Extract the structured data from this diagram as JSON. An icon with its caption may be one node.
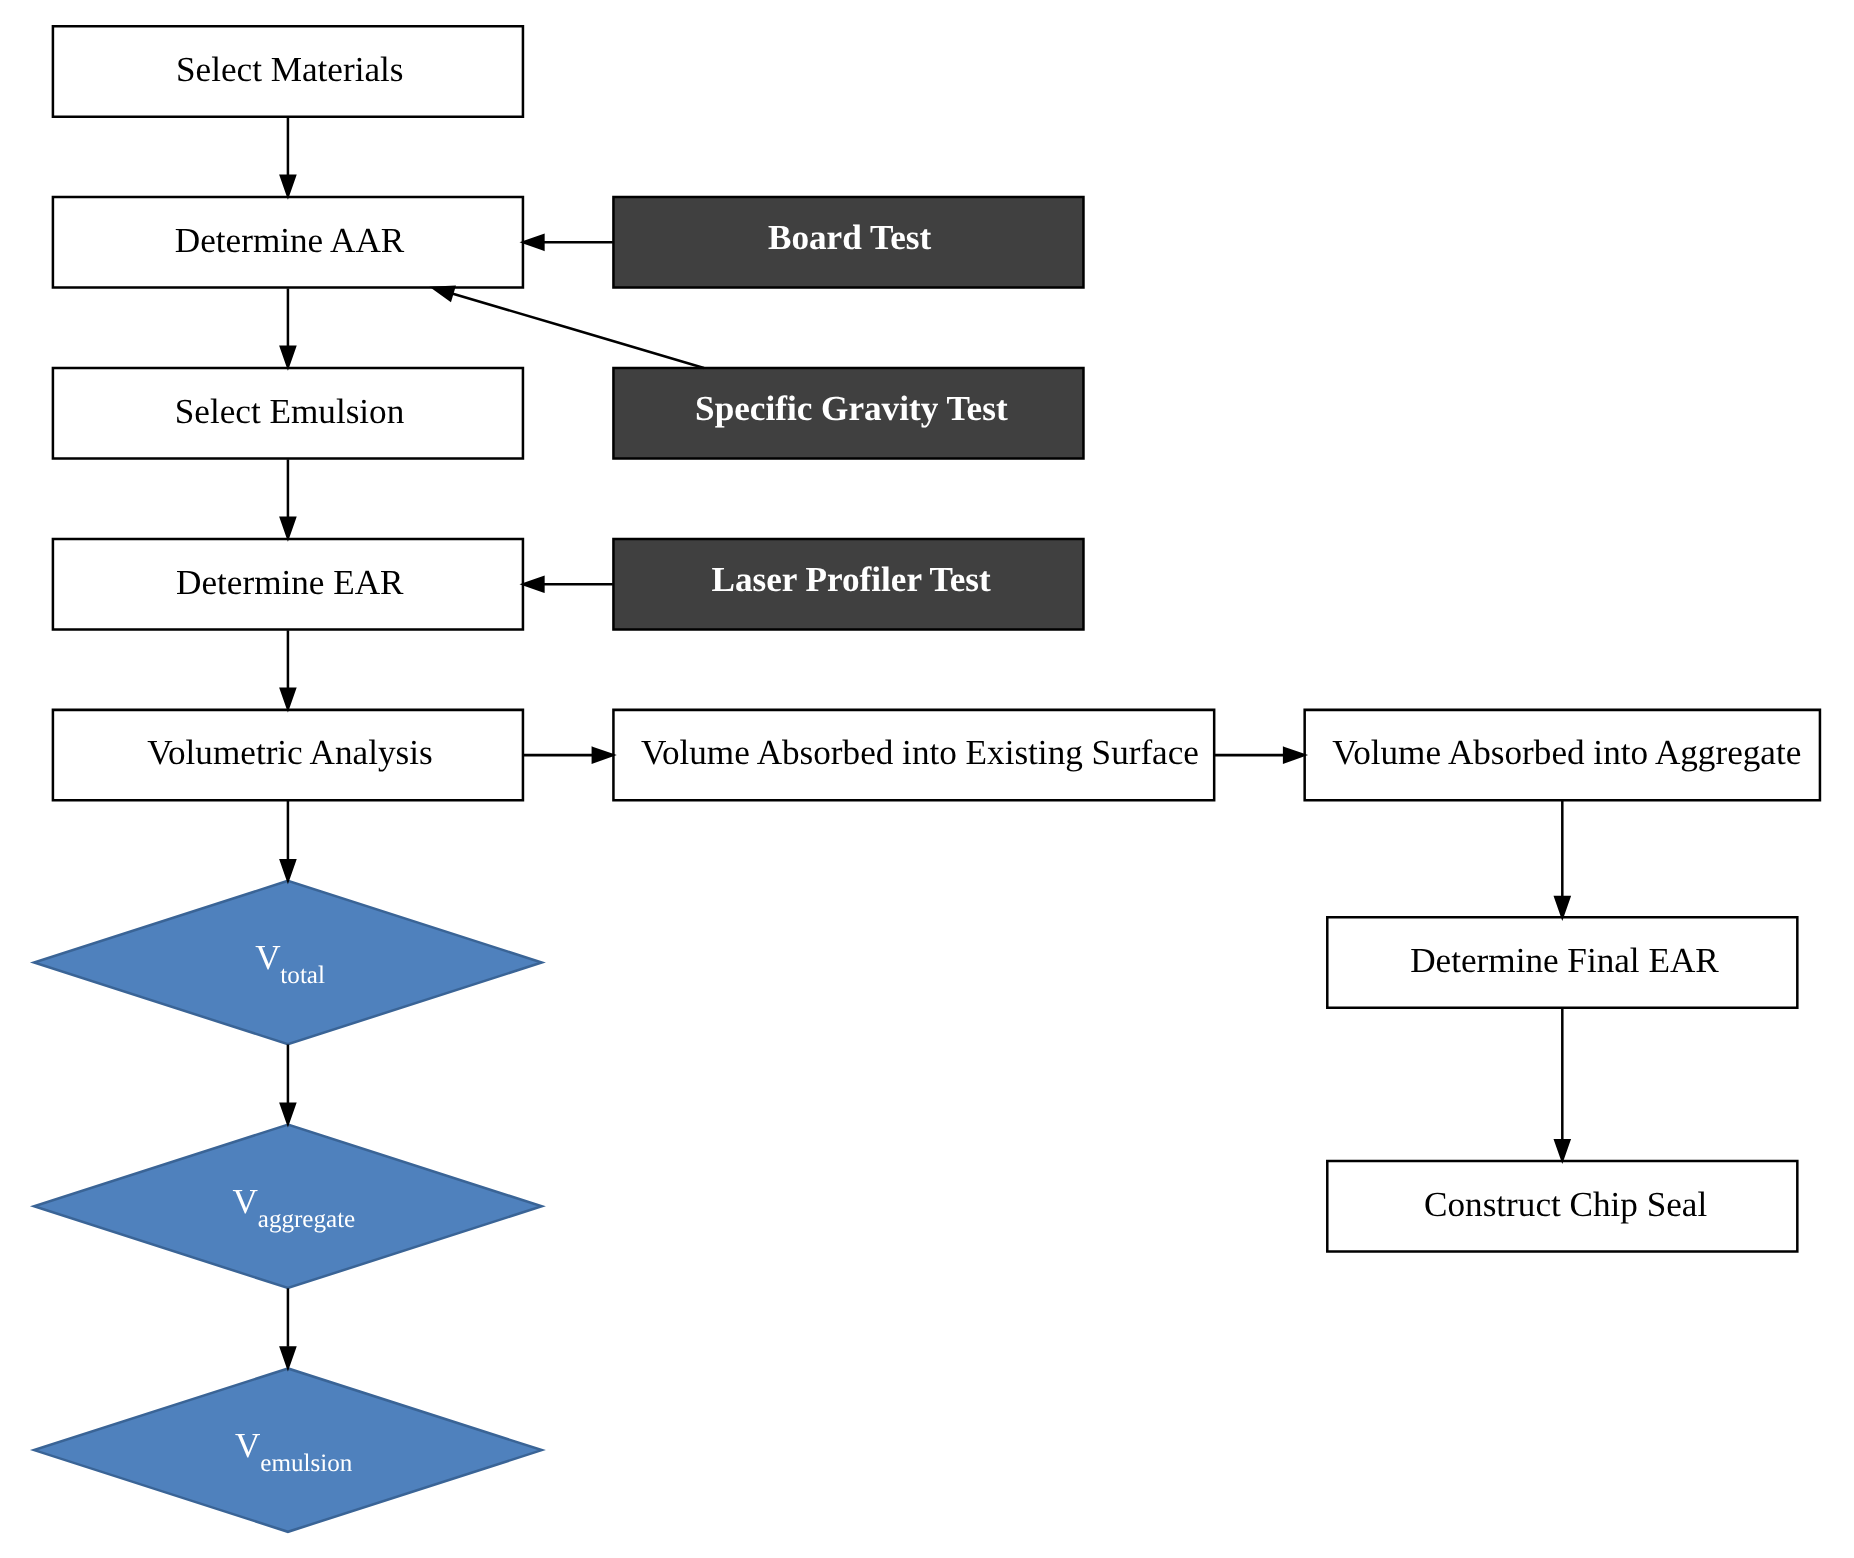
{
  "diagram": {
    "nodes": [
      {
        "text": [
          "Select Materials"
        ]
      },
      {
        "text": [
          "Determine AAR"
        ]
      },
      {
        "text": [
          "Board Test"
        ]
      },
      {
        "text": [
          "Specific Gravity Test"
        ]
      },
      {
        "text": [
          "Select Emulsion"
        ]
      },
      {
        "text": [
          "Determine EAR"
        ]
      },
      {
        "text": [
          "Laser Profiler Test"
        ]
      },
      {
        "text": [
          "Volumetric Analysis"
        ]
      },
      {
        "text": [
          "Volume Absorbed into Existing Surface"
        ]
      },
      {
        "text": [
          "Volume Absorbed into Aggregate"
        ]
      },
      {
        "text": [
          "V$_{total}$"
        ]
      },
      {
        "text": [
          "Determine Final EAR"
        ]
      },
      {
        "text": [
          "Construct Chip Seal"
        ]
      },
      {
        "text": [
          "V$_{aggregate}$"
        ]
      },
      {
        "text": [
          "V$_{emulsion}$"
        ]
      }
    ],
    "edges": [
      {
        "from": 0,
        "to": 1,
        "arrow": "to"
      },
      {
        "from": 2,
        "to": 1,
        "arrow": "to"
      },
      {
        "from": 3,
        "to": 1,
        "arrow": "to"
      },
      {
        "from": 1,
        "to": 4,
        "arrow": "to"
      },
      {
        "from": 4,
        "to": 5,
        "arrow": "to"
      },
      {
        "from": 6,
        "to": 5,
        "arrow": "to"
      },
      {
        "from": 5,
        "to": 7,
        "arrow": "to"
      },
      {
        "from": 7,
        "to": 8,
        "arrow": "to"
      },
      {
        "from": 8,
        "to": 9,
        "arrow": "to"
      },
      {
        "from": 9,
        "to": 11,
        "arrow": "to"
      },
      {
        "from": 11,
        "to": 12,
        "arrow": "to"
      },
      {
        "from": 7,
        "to": 10,
        "arrow": "to"
      },
      {
        "from": 10,
        "to": 13,
        "arrow": "to"
      },
      {
        "from": 13,
        "to": 14,
        "arrow": "to"
      }
    ]
  }
}
